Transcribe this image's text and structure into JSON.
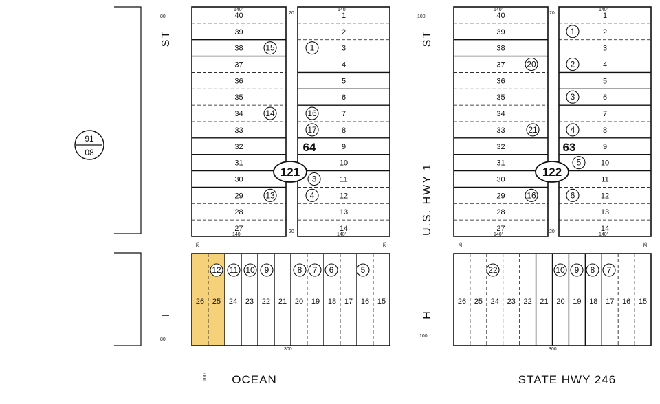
{
  "streets": {
    "st_left": "ST",
    "st_right": "ST",
    "us_hwy": "U.S.  HWY 1",
    "i_label": "I",
    "h_label": "H",
    "ocean": "OCEAN",
    "state_hwy": "STATE HWY 246"
  },
  "page_ref": {
    "top": "91",
    "bottom": "08"
  },
  "blocks": {
    "left_number": "64",
    "right_number": "63",
    "left_id": "121",
    "right_id": "122"
  },
  "dimensions": {
    "d80_top": "80",
    "d100_top": "100",
    "d20_a": "20",
    "d20_b": "20",
    "d20_c": "20",
    "d20_d": "20",
    "d25_a": "25",
    "d25_b": "25",
    "d25_c": "25",
    "d25_d": "25",
    "d80_bottom": "80",
    "d100_bottom": "100",
    "d100_far": "100",
    "d300_left": "300",
    "d300_right": "300",
    "d140_a": "140'",
    "d140_b": "140'",
    "d140_c": "140'",
    "d140_d": "140'",
    "d140_e": "140'",
    "d140_f": "140'",
    "d140_g": "140'",
    "d140_h": "140'"
  },
  "block_tl_lots": [
    "40",
    "39",
    "38",
    "37",
    "36",
    "35",
    "34",
    "33",
    "32",
    "31",
    "30",
    "29",
    "28",
    "27"
  ],
  "block_tr_lots": [
    "1",
    "2",
    "3",
    "4",
    "5",
    "6",
    "7",
    "8",
    "9",
    "10",
    "11",
    "12",
    "13",
    "14"
  ],
  "block_rl_lots": [
    "40",
    "39",
    "38",
    "37",
    "36",
    "35",
    "34",
    "33",
    "32",
    "31",
    "30",
    "29",
    "28",
    "27"
  ],
  "block_rr_lots": [
    "1",
    "2",
    "3",
    "4",
    "5",
    "6",
    "7",
    "8",
    "9",
    "10",
    "11",
    "12",
    "13",
    "14"
  ],
  "bottom_left_lots": [
    "26",
    "25",
    "24",
    "23",
    "22",
    "21",
    "20",
    "19",
    "18",
    "17",
    "16",
    "15"
  ],
  "bottom_right_lots": [
    "26",
    "25",
    "24",
    "23",
    "22",
    "21",
    "20",
    "19",
    "18",
    "17",
    "16",
    "15"
  ],
  "parcels_tl": [
    "15",
    "14",
    "13"
  ],
  "parcels_tr": [
    "1",
    "16",
    "17",
    "3",
    "4"
  ],
  "parcels_rl": [
    "20",
    "21",
    "16"
  ],
  "parcels_rr": [
    "1",
    "2",
    "3",
    "4",
    "5",
    "6"
  ],
  "parcels_bl": [
    "12",
    "11",
    "10",
    "9",
    "8",
    "7",
    "6",
    "5"
  ],
  "parcels_br": [
    "22",
    "10",
    "9",
    "8",
    "7"
  ],
  "highlight_color": "#f5d27a"
}
